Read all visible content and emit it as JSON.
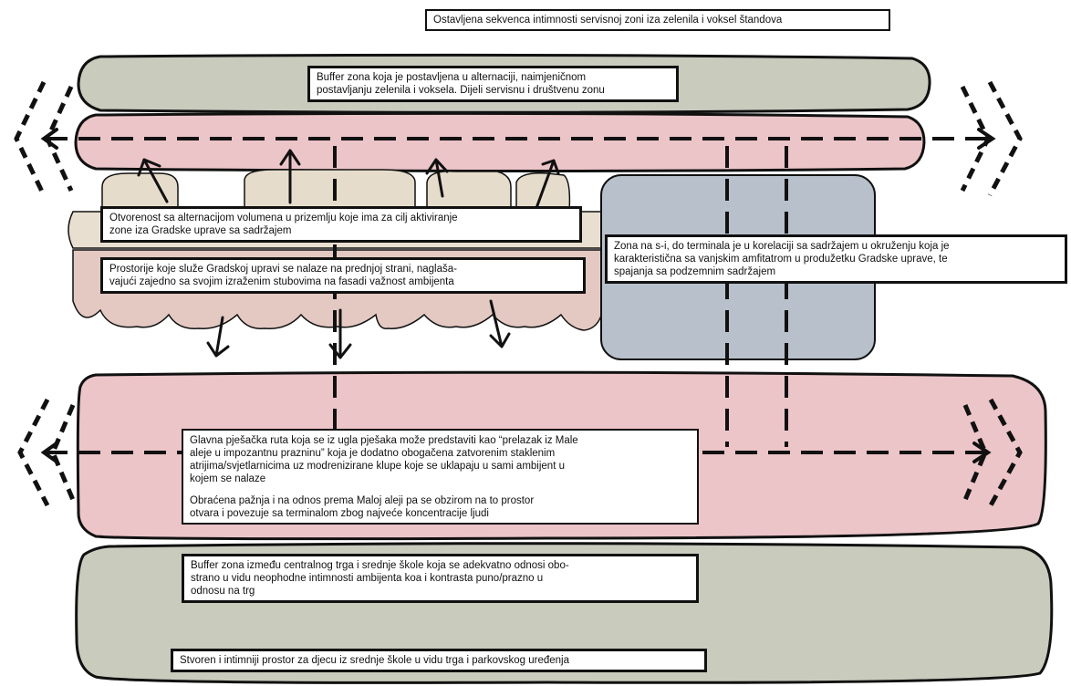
{
  "colors": {
    "green_buffer": "#c9ccbd",
    "pink_zone": "#ecc5c9",
    "beige_volumes": "#e6dccb",
    "rose_volumes": "#e3c9c2",
    "blue_zone": "#b8c1cb",
    "ink": "#111111"
  },
  "notes": {
    "top": {
      "lines": [
        "Ostavljena sekvenca intimnosti servisnoj zoni iza zelenila i voksel štandova"
      ]
    },
    "buffer_top": {
      "lines": [
        "Buffer zona koja je postavljena u alternaciji, naimjeničnom",
        "postavljanju zelenila i voksela. Dijeli servisnu i društvenu zonu"
      ]
    },
    "openness": {
      "lines": [
        "Otvorenost sa alternacijom volumena u prizemlju koje ima za cilj aktiviranje",
        "zone iza Gradske uprave sa sadržajem"
      ]
    },
    "rooms": {
      "lines": [
        "Prostorije koje služe Gradskoj upravi  se nalaze na prednjoj strani, naglaša-",
        "vajući zajedno sa svojim izraženim stubovima na fasadi važnost ambijenta"
      ]
    },
    "east_zone": {
      "lines": [
        "Zona na s-i, do terminala je u korelaciji sa sadržajem u okruženju koja je",
        "karakteristična sa vanjskim amfitatrom u produžetku Gradske uprave, te",
        "spajanja sa podzemnim sadržajem"
      ]
    },
    "main_route": {
      "lines": [
        "Glavna pješačka ruta koja se iz ugla pješaka može predstaviti kao “prelazak iz Male",
        "aleje u impozantnu prazninu” koja je dodatno obogačena zatvorenim staklenim",
        "atrijima/svjetlarnicima uz modrenizirane klupe koje se uklapaju u sami ambijent u",
        "kojem se nalaze"
      ],
      "lines2": [
        "Obraćena pažnja i na odnos prema Maloj aleji pa se obzirom na to prostor",
        "otvara i povezuje sa terminalom zbog najveće koncentracije ljudi"
      ]
    },
    "buffer_bottom": {
      "lines": [
        "Buffer zona između centralnog trga i srednje škole koja se adekvatno odnosi obo-",
        "strano u vidu neophodne intimnosti ambijenta koa i kontrasta puno/prazno u",
        "odnosu na trg"
      ]
    },
    "school": {
      "lines": [
        "Stvoren i intimniji prostor za djecu iz srednje škole u vidu trga i parkovskog uređenja"
      ]
    }
  }
}
